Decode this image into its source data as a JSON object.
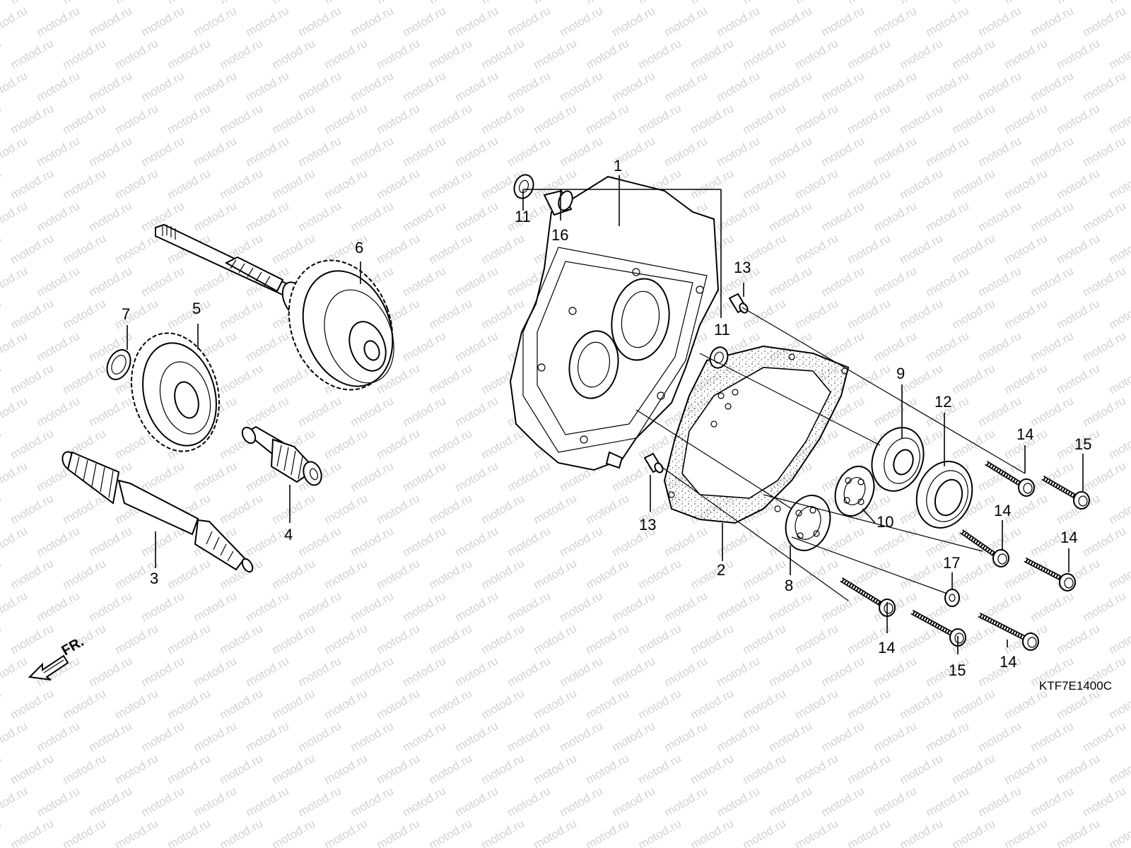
{
  "watermark": "motod.ru",
  "diagram_code": "KTF7E1400C",
  "front_indicator": "FR.",
  "callouts": {
    "c1": "1",
    "c2": "2",
    "c3": "3",
    "c4": "4",
    "c5": "5",
    "c6": "6",
    "c7": "7",
    "c8": "8",
    "c9": "9",
    "c10": "10",
    "c11a": "11",
    "c11b": "11",
    "c12": "12",
    "c13a": "13",
    "c13b": "13",
    "c14a": "14",
    "c14b": "14",
    "c14c": "14",
    "c14d": "14",
    "c14e": "14",
    "c15a": "15",
    "c15b": "15",
    "c16": "16",
    "c17": "17"
  }
}
